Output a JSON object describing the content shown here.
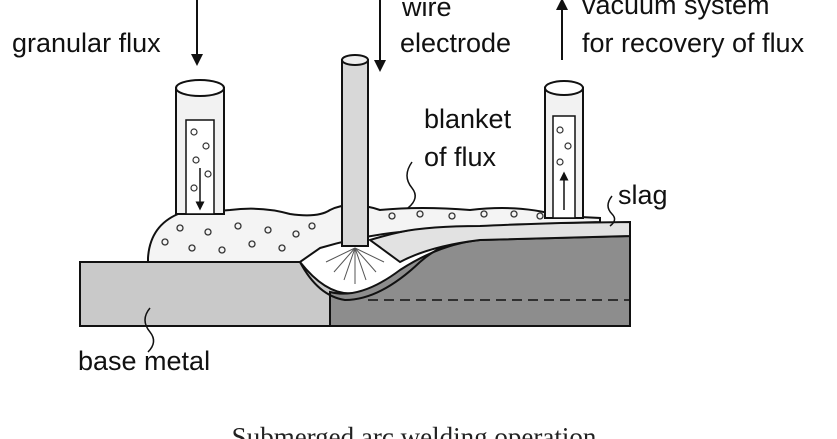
{
  "labels": {
    "granular_flux": "granular flux",
    "wire_top": "wire",
    "wire_bottom": "electrode",
    "vacuum_top": "vacuum system",
    "vacuum_bottom": "for recovery of flux",
    "blanket_top": "blanket",
    "blanket_bottom": "of flux",
    "slag": "slag",
    "base_metal": "base metal"
  },
  "caption": "Submerged arc welding operation",
  "colors": {
    "line": "#111111",
    "base_metal": "#c9c9c9",
    "weld_bead": "#8d8d8d",
    "slag": "#e2e2e2",
    "flux": "#f4f4f4",
    "tube": "#f2f2f2",
    "electrode": "#d8d8d8"
  }
}
